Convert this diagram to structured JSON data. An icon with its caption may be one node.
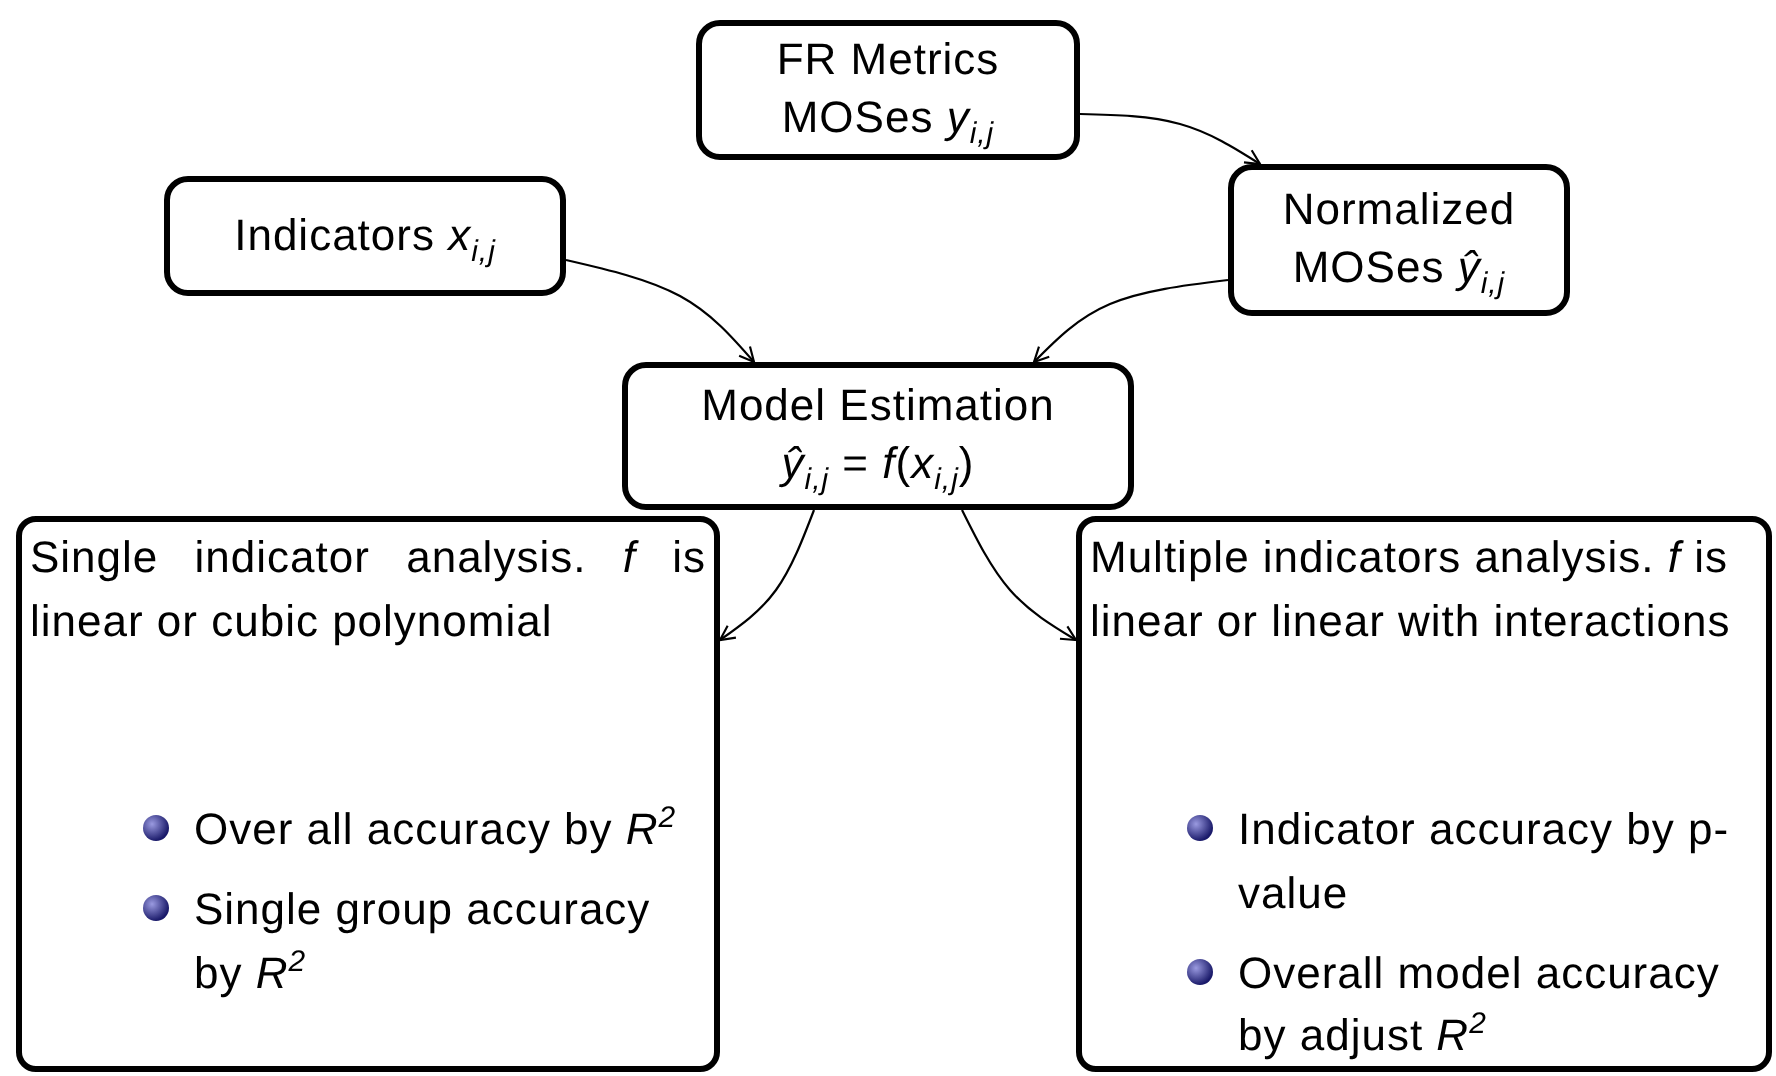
{
  "diagram": {
    "nodes": [
      {
        "text": [
          "FR Metrics",
          "MOSes *y*$_{i,j}$"
        ]
      },
      {
        "text": [
          "Indicators *x*$_{i,j}$"
        ]
      },
      {
        "text": [
          "Normalized",
          "MOSes *ŷ*$_{i,j}$"
        ]
      },
      {
        "text": [
          "Model Estimation",
          "*ŷ*$_{i,j}$ = *f*(*x*$_{i,j}$)"
        ]
      },
      {
        "text": [
          "Single indicator analysis.  *f* is linear or cubic polynomial",
          "Over all accuracy by *R*$^{2}$",
          "Single group accuracy by *R*$^{2}$"
        ]
      },
      {
        "text": [
          "Multiple indicators analysis. *f* is linear or linear with interactions",
          "Indicator accuracy by p-value",
          "Overall model accuracy by adjust *R*$^{2}$"
        ]
      }
    ],
    "edges": [
      {
        "from": 0,
        "to": 2,
        "arrow": "to"
      },
      {
        "from": 1,
        "to": 3,
        "arrow": "to"
      },
      {
        "from": 2,
        "to": 3,
        "arrow": "to"
      },
      {
        "from": 3,
        "to": 4,
        "arrow": "to"
      },
      {
        "from": 3,
        "to": 5,
        "arrow": "to"
      }
    ]
  }
}
